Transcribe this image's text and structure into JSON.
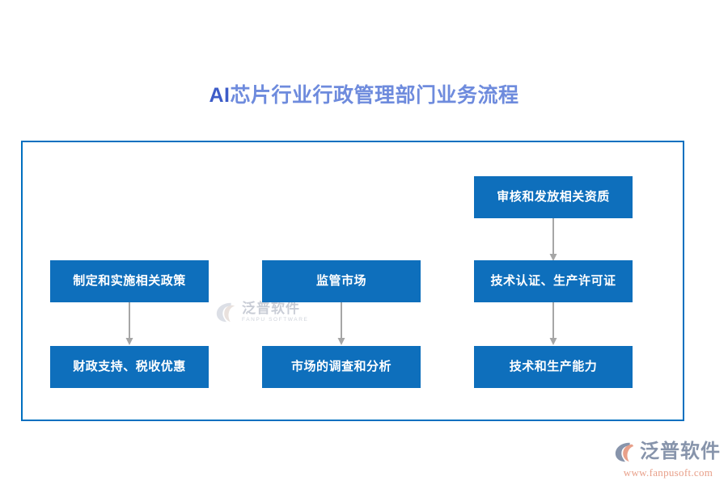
{
  "title": {
    "prefix": "AI",
    "rest": "芯片行业行政管理部门业务流程",
    "full": "AI芯片行业行政管理部门业务流程",
    "color_prefix": "#3D5CC8",
    "color_rest": "#6E8BDD"
  },
  "theme": {
    "frame_border_color": "#0070C0",
    "box_fill_color": "#0E6FBC",
    "box_text_color": "#FFFFFF",
    "arrow_color": "#A6A6A6",
    "background": "#FFFFFF"
  },
  "flowchart": {
    "type": "flowchart",
    "columns": [
      {
        "name": "policy-column",
        "nodes": [
          {
            "id": "policy-make",
            "label": "制定和实施相关政策"
          },
          {
            "id": "policy-finance",
            "label": "财政支持、税收优惠"
          }
        ],
        "edges": [
          {
            "from": "policy-make",
            "to": "policy-finance",
            "style": "arrow-down"
          }
        ]
      },
      {
        "name": "market-column",
        "nodes": [
          {
            "id": "market-regulate",
            "label": "监管市场"
          },
          {
            "id": "market-research",
            "label": "市场的调查和分析"
          }
        ],
        "edges": [
          {
            "from": "market-regulate",
            "to": "market-research",
            "style": "arrow-down"
          }
        ]
      },
      {
        "name": "qualification-column",
        "nodes": [
          {
            "id": "qual-review",
            "label": "审核和发放相关资质"
          },
          {
            "id": "qual-cert",
            "label": "技术认证、生产许可证"
          },
          {
            "id": "qual-capacity",
            "label": "技术和生产能力"
          }
        ],
        "edges": [
          {
            "from": "qual-review",
            "to": "qual-cert",
            "style": "arrow-down"
          },
          {
            "from": "qual-cert",
            "to": "qual-capacity",
            "style": "arrow-down"
          }
        ]
      }
    ]
  },
  "watermark": {
    "cn": "泛普软件",
    "en": "FANPU SOFTWARE"
  },
  "brand": {
    "cn": "泛普软件",
    "url": "www.fanpusoft.com",
    "mark_colors": {
      "outer": "#8794AB",
      "inner": "#E8A08A"
    }
  }
}
